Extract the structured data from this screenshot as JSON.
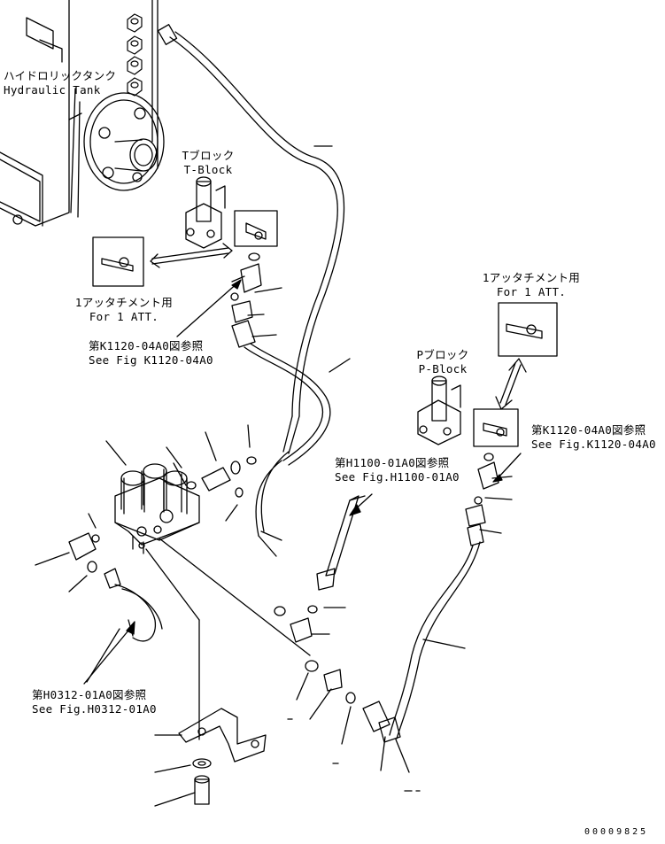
{
  "labels": {
    "tank_jp": "ハイドロリックタンク",
    "tank_en": "Hydraulic Tank",
    "tblock_jp": "Tブロック",
    "tblock_en": "T-Block",
    "att1_left_jp": "1アッタチメント用",
    "att1_left_en": "For 1 ATT.",
    "ref_k1120_left_jp": "第K1120-04A0図参照",
    "ref_k1120_left_en": "See Fig K1120-04A0",
    "att1_right_jp": "1アッタチメント用",
    "att1_right_en": "For 1 ATT.",
    "pblock_jp": "Pブロック",
    "pblock_en": "P-Block",
    "ref_k1120_right_jp": "第K1120-04A0図参照",
    "ref_k1120_right_en": "See Fig.K1120-04A0",
    "ref_h1100_jp": "第H1100-01A0図参照",
    "ref_h1100_en": "See Fig.H1100-01A0",
    "ref_h0312_jp": "第H0312-01A0図参照",
    "ref_h0312_en": "See Fig.H0312-01A0",
    "drawing_number": "00009825"
  }
}
